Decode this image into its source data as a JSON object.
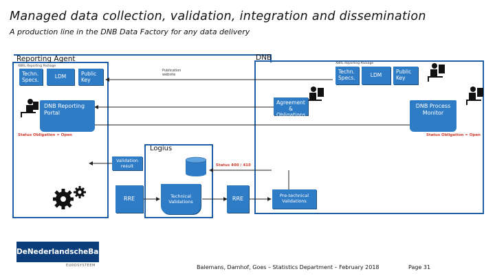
{
  "title": "Managed data collection, validation, integration and dissemination",
  "subtitle": "A production line in the DNB Data Factory for any data delivery",
  "reporting_agent": {
    "label": "Reporting Agent",
    "note": "XBRL Reporting Package",
    "techn_specs": "Techn. Specs.",
    "ldm": "LDM",
    "public_key": "Public Key"
  },
  "dnb": {
    "label": "DNB",
    "note": "XBRL Reporting Package",
    "techn_specs": "Techn. Specs.",
    "ldm": "LDM",
    "public_key": "Public Key"
  },
  "publication_label": "Publication website",
  "agreement": "Agreement & Obligations",
  "reporting_portal": "DNB Reporting Portal",
  "process_monitor": "DNB Process Monitor",
  "status_left": "Status Obligation = Open",
  "status_right": "Status Obligation = Open",
  "logius": {
    "label": "Logius",
    "validation_result": "Validation result",
    "status_codes": "Status 400 / 410",
    "technical_validations": "Technical Validations"
  },
  "rre_left": "RRE",
  "rre_right": "RRE",
  "pretechnical_validations": "Pre-technical Validations",
  "logo_text": "DeNederlandscheBank",
  "logo_sub": "EUROSYSTEEM",
  "footer": "Balemans, Damhof, Goes – Statistics Department – February 2018",
  "page": "Page 31",
  "colors": {
    "frame": "#1f5fa8",
    "doc": "#2f7cc6",
    "status": "#d0392b",
    "logo_bg": "#0b3d7a"
  }
}
